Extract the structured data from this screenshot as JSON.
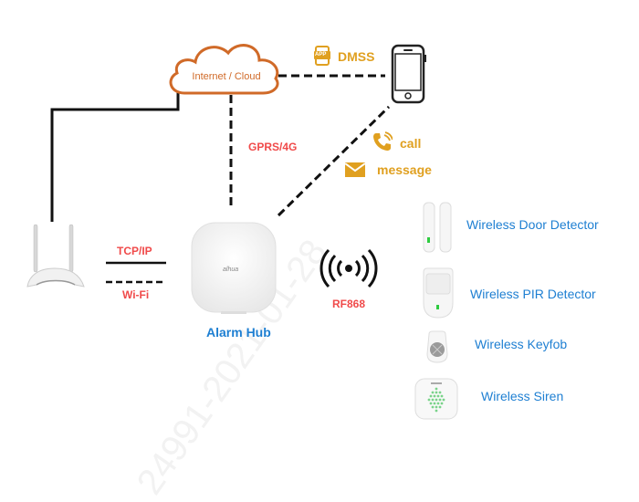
{
  "watermark": {
    "text": "24991-2021-01-28"
  },
  "nodes": {
    "cloud": {
      "label": "Internet / Cloud",
      "color": "#d06a28"
    },
    "phone": {
      "name": "smartphone"
    },
    "router": {
      "name": "wifi-router"
    },
    "hub": {
      "label": "Alarm Hub",
      "brand": "alhua"
    }
  },
  "links": {
    "app": {
      "badge": "APP",
      "label": "DMSS"
    },
    "gprs": {
      "label": "GPRS/4G"
    },
    "call": {
      "label": "call"
    },
    "message": {
      "label": "message"
    },
    "tcpip": {
      "label": "TCP/IP"
    },
    "wifi": {
      "label": "Wi-Fi"
    },
    "rf": {
      "label": "RF868"
    }
  },
  "devices": [
    {
      "label": "Wireless Door Detector",
      "icon": "door-detector"
    },
    {
      "label": "Wireless PIR Detector",
      "icon": "pir-detector"
    },
    {
      "label": "Wireless Keyfob",
      "icon": "keyfob"
    },
    {
      "label": "Wireless Siren",
      "icon": "siren"
    }
  ],
  "colors": {
    "accent_red": "#f04a4a",
    "accent_gold": "#e0a020",
    "accent_blue": "#1e7fd2",
    "line": "#111111",
    "led_green": "#2ecc40"
  }
}
